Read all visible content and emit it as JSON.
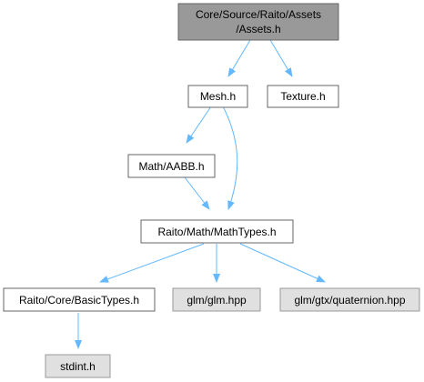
{
  "graph": {
    "nodes": {
      "assets_h": {
        "line1": "Core/Source/Raito/Assets",
        "line2": "/Assets.h",
        "kind": "root"
      },
      "mesh_h": {
        "label": "Mesh.h",
        "kind": "local"
      },
      "texture_h": {
        "label": "Texture.h",
        "kind": "local"
      },
      "aabb_h": {
        "label": "Math/AABB.h",
        "kind": "local"
      },
      "mathtypes_h": {
        "label": "Raito/Math/MathTypes.h",
        "kind": "local"
      },
      "basictypes_h": {
        "label": "Raito/Core/BasicTypes.h",
        "kind": "local"
      },
      "glm_hpp": {
        "label": "glm/glm.hpp",
        "kind": "external"
      },
      "quaternion_hpp": {
        "label": "glm/gtx/quaternion.hpp",
        "kind": "external"
      },
      "stdint_h": {
        "label": "stdint.h",
        "kind": "external"
      }
    },
    "edges": [
      [
        "assets_h",
        "mesh_h"
      ],
      [
        "assets_h",
        "texture_h"
      ],
      [
        "mesh_h",
        "aabb_h"
      ],
      [
        "mesh_h",
        "mathtypes_h"
      ],
      [
        "aabb_h",
        "mathtypes_h"
      ],
      [
        "mathtypes_h",
        "basictypes_h"
      ],
      [
        "mathtypes_h",
        "glm_hpp"
      ],
      [
        "mathtypes_h",
        "quaternion_hpp"
      ],
      [
        "basictypes_h",
        "stdint_h"
      ]
    ]
  },
  "colors": {
    "root_fill": "#999999",
    "root_stroke": "#666666",
    "local_fill": "#ffffff",
    "local_stroke": "#666666",
    "external_fill": "#e0e0e0",
    "external_stroke": "#999999",
    "edge": "#63b8ff"
  }
}
